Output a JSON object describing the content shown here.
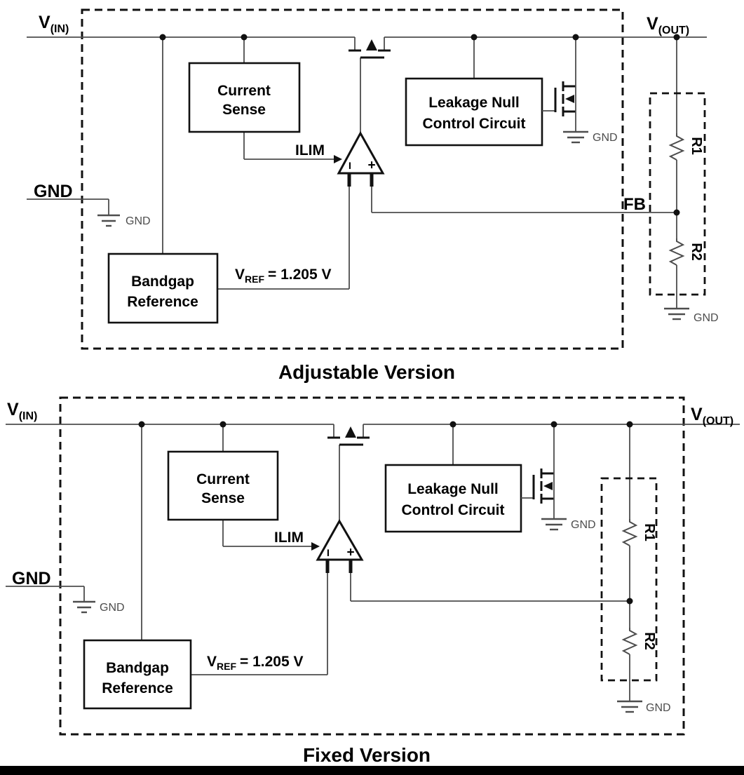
{
  "adjustable": {
    "title": "Adjustable Version",
    "pins": {
      "vin_main": "V",
      "vin_sub": "(IN)",
      "vout_main": "V",
      "vout_sub": "(OUT)",
      "gnd": "GND",
      "fb": "FB"
    },
    "blocks": {
      "current_sense": [
        "Current",
        "Sense"
      ],
      "leakage_null": [
        "Leakage Null",
        "Control Circuit"
      ],
      "bandgap": [
        "Bandgap",
        "Reference"
      ]
    },
    "signals": {
      "ilim": "ILIM",
      "vref_main": "V",
      "vref_sub": "REF",
      "vref_value": "= 1.205 V"
    },
    "opamp": {
      "inverting": "−",
      "noninverting": "+"
    },
    "resistors": {
      "r1": "R1",
      "r2": "R2"
    },
    "ground_labels": {
      "input_pin": "GND",
      "leakage_fet": "GND",
      "divider": "GND"
    }
  },
  "fixed": {
    "title": "Fixed Version",
    "pins": {
      "vin_main": "V",
      "vin_sub": "(IN)",
      "vout_main": "V",
      "vout_sub": "(OUT)",
      "gnd": "GND"
    },
    "blocks": {
      "current_sense": [
        "Current",
        "Sense"
      ],
      "leakage_null": [
        "Leakage Null",
        "Control Circuit"
      ],
      "bandgap": [
        "Bandgap",
        "Reference"
      ]
    },
    "signals": {
      "ilim": "ILIM",
      "vref_main": "V",
      "vref_sub": "REF",
      "vref_value": "= 1.205 V"
    },
    "opamp": {
      "inverting": "−",
      "noninverting": "+"
    },
    "resistors": {
      "r1": "R1",
      "r2": "R2"
    },
    "ground_labels": {
      "input_pin": "GND",
      "leakage_fet": "GND",
      "divider": "GND"
    }
  },
  "colors": {
    "ink": "#111111",
    "wire": "#4d4d4d",
    "background": "#ffffff",
    "footer_bar": "#000000"
  }
}
